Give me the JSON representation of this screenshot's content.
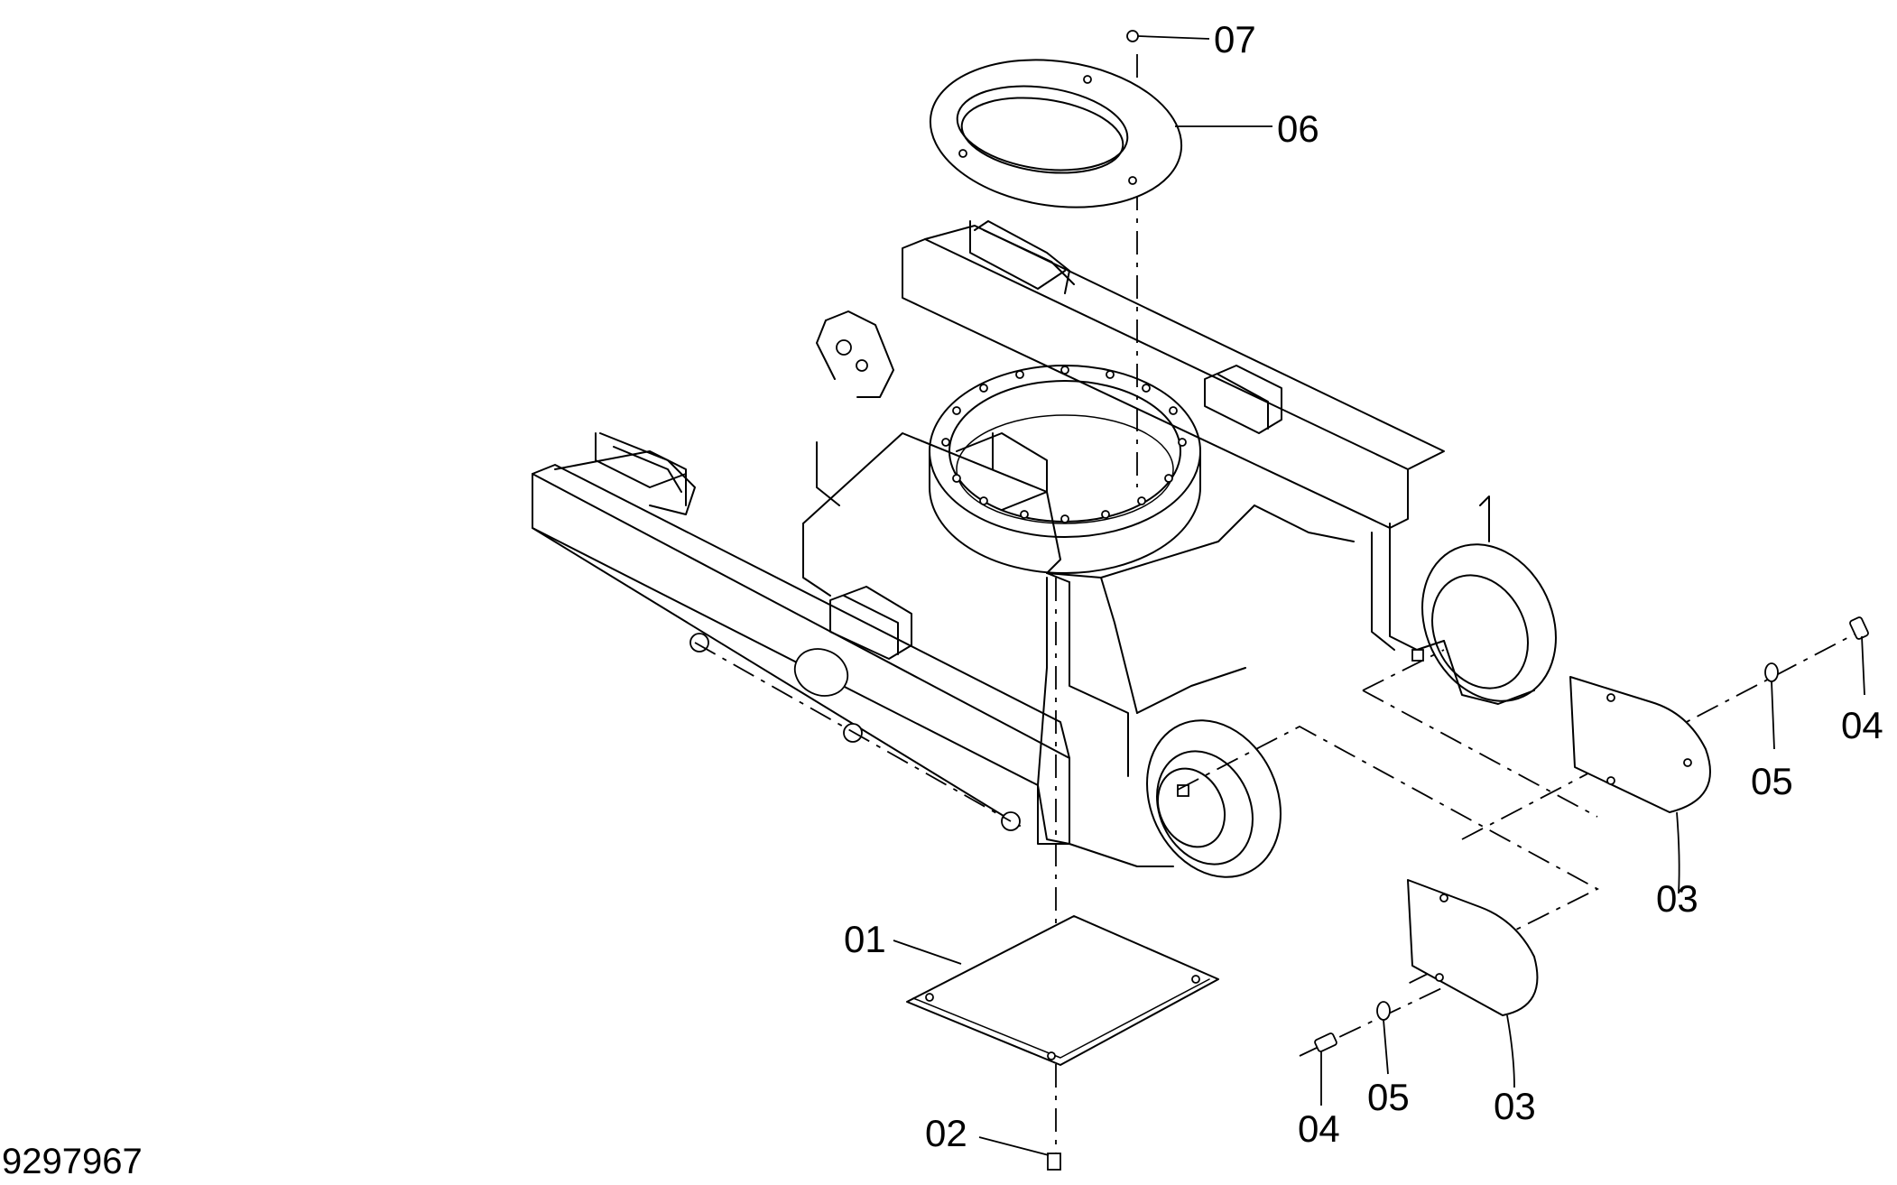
{
  "drawing_number": "9297967",
  "callouts": {
    "c01": "01",
    "c02": "02",
    "c03a": "03",
    "c03b": "03",
    "c04a": "04",
    "c04b": "04",
    "c05a": "05",
    "c05b": "05",
    "c06": "06",
    "c07": "07"
  }
}
